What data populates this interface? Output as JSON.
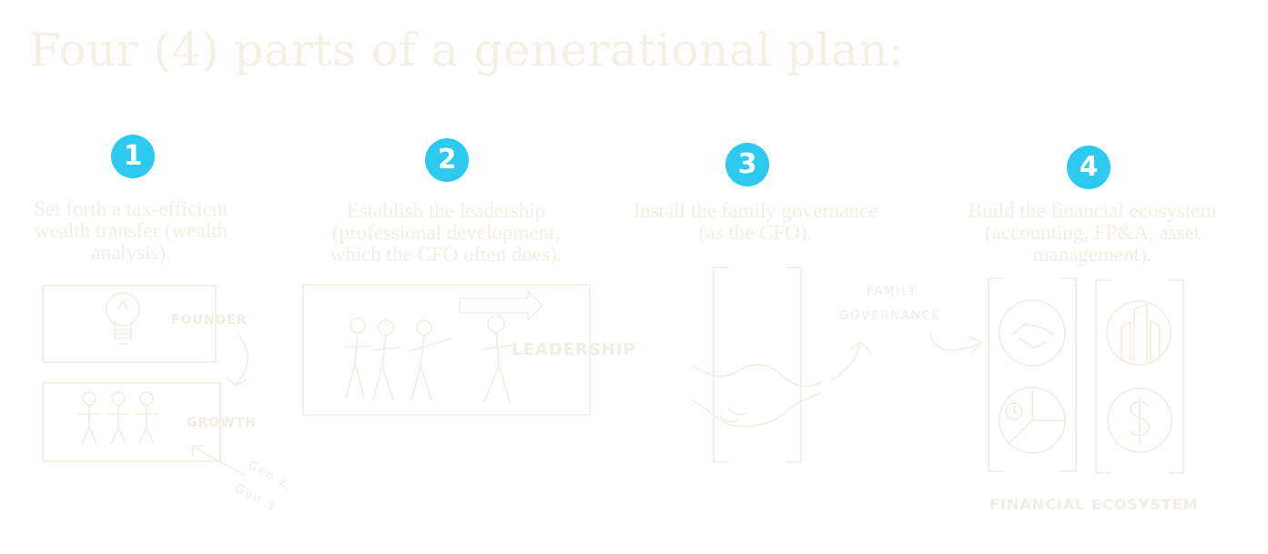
{
  "title": "Four (4) parts of a generational plan:",
  "steps": [
    {
      "number": "1",
      "text": "Set forth a tax-efficient wealth transfer (wealth analysis)."
    },
    {
      "number": "2",
      "text": "Establish the leadership (professional development, which the CFO often does)."
    },
    {
      "number": "3",
      "text": "Install the family governance (as the CFO)."
    },
    {
      "number": "4",
      "text": "Build the financial ecosystem (accounting, FP&A, asset management)."
    }
  ],
  "labels": {
    "founder": "FOUNDER",
    "growth": "GROWTH",
    "gen2": "Gen 2,",
    "gen3": "Gen 3",
    "leadership": "LEADERSHIP",
    "family": "FAMILY",
    "governance": "GOVERNANCE",
    "ecosystem": "FINANCIAL ECOSYSTEM"
  },
  "colors": {
    "accent": "#2ec9ee",
    "sketch": "#f1ede2"
  },
  "icons": [
    "lightbulb-icon",
    "handshake-icon",
    "pie-chart-icon",
    "buildings-icon",
    "dollar-icon"
  ]
}
